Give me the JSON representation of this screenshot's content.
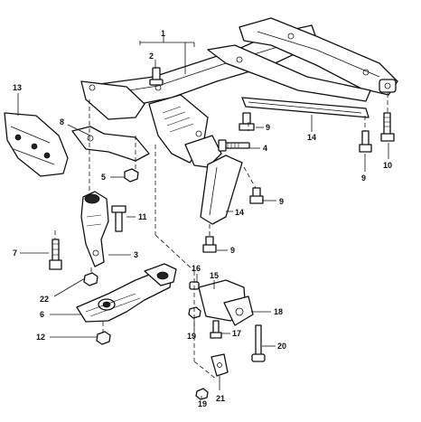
{
  "callouts": {
    "c1": "1",
    "c2": "2",
    "c3": "3",
    "c4": "4",
    "c5": "5",
    "c6": "6",
    "c7": "7",
    "c8": "8",
    "c9a": "9",
    "c9b": "9",
    "c9c": "9",
    "c9d": "9",
    "c10": "10",
    "c11": "11",
    "c12": "12",
    "c13": "13",
    "c14a": "14",
    "c14b": "14",
    "c15": "15",
    "c16": "16",
    "c17": "17",
    "c18": "18",
    "c19a": "19",
    "c19b": "19",
    "c20": "20",
    "c21": "21",
    "c22": "22"
  }
}
